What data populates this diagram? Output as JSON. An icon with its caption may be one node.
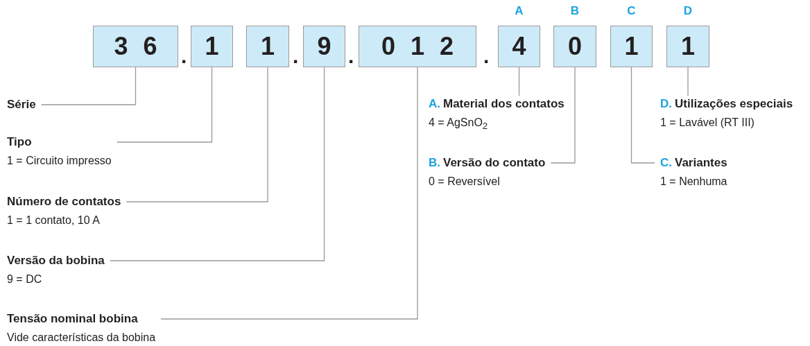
{
  "diagram": {
    "nodes": [
      {
        "text": [
          "36"
        ]
      },
      {
        "text": [
          "1"
        ]
      },
      {
        "text": [
          "1"
        ]
      },
      {
        "text": [
          "9"
        ]
      },
      {
        "text": [
          "012"
        ]
      },
      {
        "text": [
          "4"
        ],
        "beside": [
          "A"
        ]
      },
      {
        "text": [
          "0"
        ],
        "beside": [
          "B"
        ]
      },
      {
        "text": [
          "1"
        ],
        "beside": [
          "C"
        ]
      },
      {
        "text": [
          "1"
        ],
        "beside": [
          "D"
        ]
      },
      {
        "text": [
          "Série"
        ]
      },
      {
        "text": [
          "Tipo",
          "1 = Circuito impresso"
        ]
      },
      {
        "text": [
          "Número de contatos",
          "1 = 1 contato, 10 A"
        ]
      },
      {
        "text": [
          "Versão da bobina",
          "9 = DC"
        ]
      },
      {
        "text": [
          "Tensão nominal bobina",
          "Vide características da bobina"
        ]
      },
      {
        "text": [
          "A.",
          "Material dos contatos",
          "4 = AgSnO$_{2}$"
        ]
      },
      {
        "text": [
          "B.",
          "Versão do contato",
          "0 = Reversível"
        ]
      },
      {
        "text": [
          "C.",
          "Variantes",
          "1 = Nenhuma"
        ]
      },
      {
        "text": [
          "D.",
          "Utilizações especiais",
          "1 = Lavável (RT III)"
        ]
      }
    ],
    "edges": [
      {
        "from": 0,
        "to": 9,
        "arrow": "none"
      },
      {
        "from": 1,
        "to": 10,
        "arrow": "none"
      },
      {
        "from": 2,
        "to": 11,
        "arrow": "none"
      },
      {
        "from": 3,
        "to": 12,
        "arrow": "none"
      },
      {
        "from": 4,
        "to": 13,
        "arrow": "none"
      },
      {
        "from": 5,
        "to": 14,
        "arrow": "none"
      },
      {
        "from": 6,
        "to": 15,
        "arrow": "none"
      },
      {
        "from": 7,
        "to": 16,
        "arrow": "none"
      },
      {
        "from": 8,
        "to": 17,
        "arrow": "none"
      }
    ],
    "labels": [
      ".",
      ".",
      ".",
      "."
    ]
  }
}
